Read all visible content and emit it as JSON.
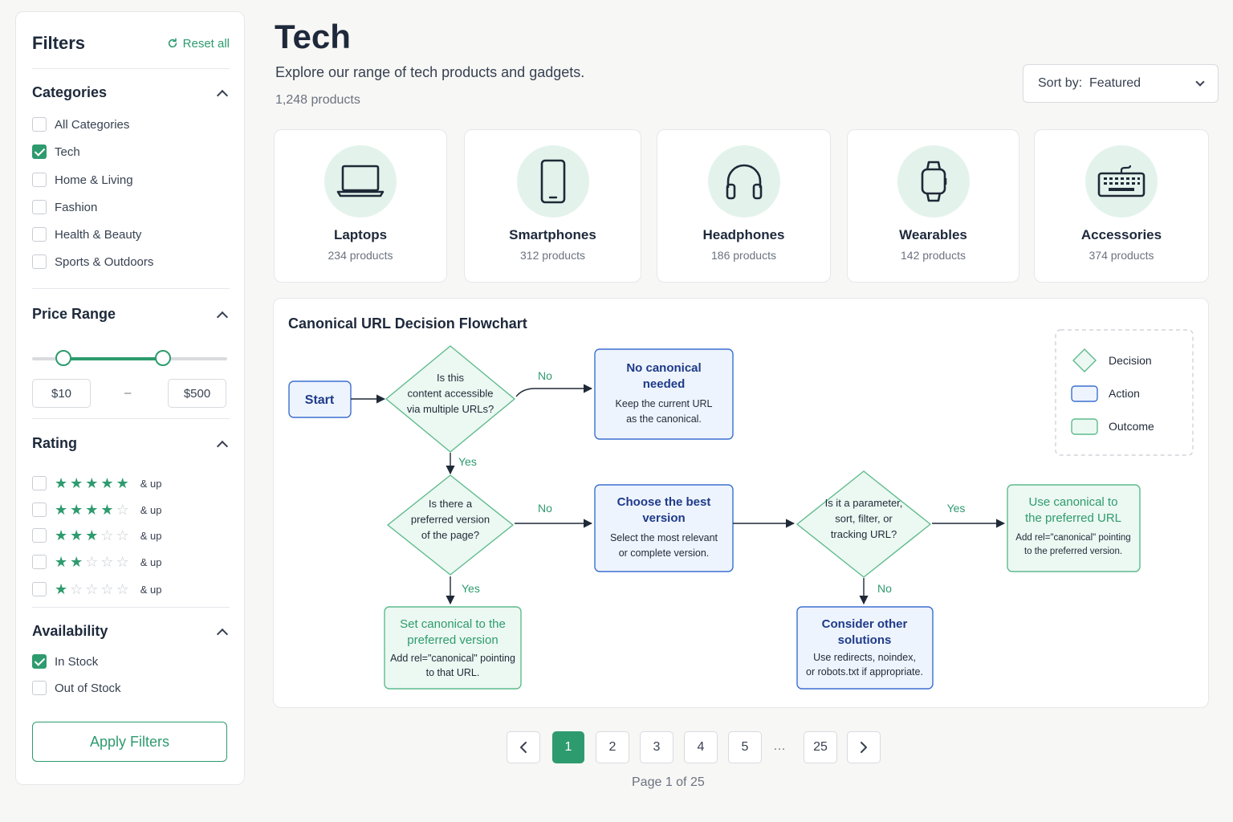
{
  "sidebar": {
    "title": "Filters",
    "reset_label": "Reset all",
    "categories": {
      "title": "Categories",
      "items": [
        {
          "label": "All Categories",
          "checked": false
        },
        {
          "label": "Tech",
          "checked": true
        },
        {
          "label": "Home & Living",
          "checked": false
        },
        {
          "label": "Fashion",
          "checked": false
        },
        {
          "label": "Health & Beauty",
          "checked": false
        },
        {
          "label": "Sports & Outdoors",
          "checked": false
        }
      ]
    },
    "price_range": {
      "title": "Price Range",
      "min": "$10",
      "max": "$500",
      "separator": "–",
      "range_fraction": [
        0.16,
        0.67
      ]
    },
    "rating": {
      "title": "Rating",
      "suffix": "& up",
      "options": [
        5,
        4,
        3,
        2,
        1
      ]
    },
    "availability": {
      "title": "Availability",
      "items": [
        {
          "label": "In Stock",
          "checked": true
        },
        {
          "label": "Out of Stock",
          "checked": false
        }
      ]
    },
    "apply_label": "Apply Filters"
  },
  "header": {
    "title": "Tech",
    "subtitle": "Explore our range of tech products and gadgets.",
    "count": "1,248 products",
    "sort_label": "Sort by:",
    "sort_value": "Featured"
  },
  "categories": [
    {
      "name": "Laptops",
      "count": "234 products",
      "icon": "laptop-icon"
    },
    {
      "name": "Smartphones",
      "count": "312 products",
      "icon": "smartphone-icon"
    },
    {
      "name": "Headphones",
      "count": "186 products",
      "icon": "headphones-icon"
    },
    {
      "name": "Wearables",
      "count": "142 products",
      "icon": "smartwatch-icon"
    },
    {
      "name": "Accessories",
      "count": "374 products",
      "icon": "keyboard-icon"
    }
  ],
  "flowchart": {
    "title": "Canonical URL Decision Flowchart",
    "start": "Start",
    "d1": [
      "Is this",
      "content accessible",
      "via multiple URLs?"
    ],
    "d2": [
      "Is there a",
      "preferred version",
      "of the page?"
    ],
    "d3": [
      "Is it a parameter,",
      "sort, filter, or",
      "tracking URL?"
    ],
    "a1": {
      "title": [
        "No canonical",
        "needed"
      ],
      "desc": [
        "Keep the current URL",
        "as the canonical."
      ]
    },
    "a2": {
      "title": [
        "Choose the best",
        "version"
      ],
      "desc": [
        "Select the most relevant",
        "or complete version."
      ]
    },
    "a3": {
      "title": [
        "Consider other",
        "solutions"
      ],
      "desc": [
        "Use redirects, noindex,",
        "or robots.txt if appropriate."
      ]
    },
    "o1": {
      "title": [
        "Set canonical to the",
        "preferred version"
      ],
      "desc": [
        "Add rel=\"canonical\" pointing",
        "to that URL."
      ]
    },
    "o2": {
      "title": [
        "Use canonical to",
        "the preferred URL"
      ],
      "desc": [
        "Add rel=\"canonical\" pointing",
        "to the preferred version."
      ]
    },
    "yes": "Yes",
    "no": "No",
    "legend": {
      "decision": "Decision",
      "action": "Action",
      "outcome": "Outcome"
    },
    "colors": {
      "action_fill": "#eef4fd",
      "action_stroke": "#3b6fd1",
      "action_text": "#1e3a8a",
      "outcome_fill": "#ecf8f2",
      "outcome_stroke": "#5dbb8d",
      "outcome_text": "#2e9b6e"
    }
  },
  "pagination": {
    "pages": [
      "1",
      "2",
      "3",
      "4",
      "5",
      "…",
      "25"
    ],
    "current": "1",
    "info": "Page 1 of 25"
  },
  "colors": {
    "accent": "#2e9b6e",
    "accent_light": "#e3f3ec"
  }
}
